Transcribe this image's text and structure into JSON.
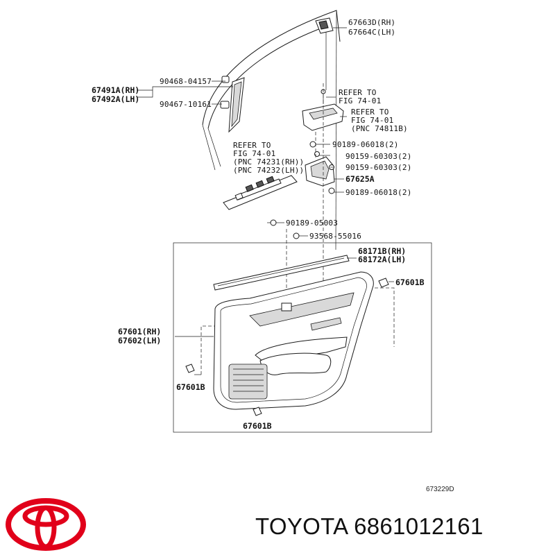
{
  "labels": {
    "p67663d": "67663D(RH)",
    "p67664c": "67664C(LH)",
    "p90468": "90468-04157",
    "p67491a": "67491A(RH)",
    "p67492a": "67492A(LH)",
    "p90467": "90467-10161",
    "refer1_a": "REFER TO",
    "refer1_b": "FIG 74-01",
    "refer2_a": "REFER TO",
    "refer2_b": "FIG 74-01",
    "refer2_c": "(PNC 74811B)",
    "refer3_a": "REFER TO",
    "refer3_b": "FIG 74-01",
    "refer3_c": "(PNC 74231(RH))",
    "refer3_d": "(PNC 74232(LH))",
    "p90189a": "90189-06018(2)",
    "p90159a": "90159-60303(2)",
    "p90159b": "90159-60303(2)",
    "p67625a": "67625A",
    "p90189b": "90189-06018(2)",
    "p90189c": "90189-05003",
    "p93568": "93568-55016",
    "p68171b": "68171B(RH)",
    "p68172a": "68172A(LH)",
    "p67601b_r": "67601B",
    "p67601": "67601(RH)",
    "p67602": "67602(LH)",
    "p67601b_l": "67601B",
    "p67601b_bot": "67601B",
    "figure_code": "673229D"
  },
  "footer": {
    "brand": "TOYOTA",
    "part_number": "6861012161",
    "logo_color": "#e1001a"
  }
}
